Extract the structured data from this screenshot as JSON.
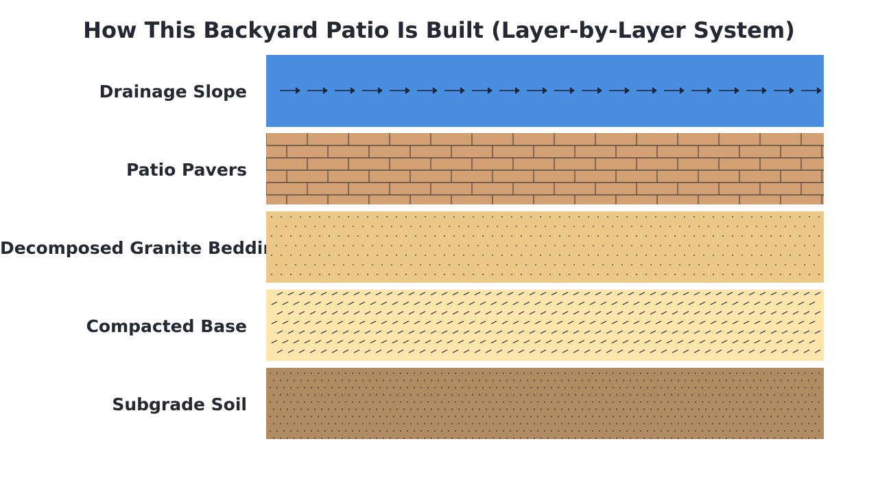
{
  "diagram": {
    "title": "How This Backyard Patio Is Built (Layer-by-Layer System)",
    "layers": [
      {
        "label": "Drainage Slope",
        "pattern": "arrows",
        "fill": "#4a8ee2",
        "ink": "#1f2430"
      },
      {
        "label": "Patio Pavers",
        "pattern": "bricks",
        "fill": "#d2a072",
        "ink": "#1f2430"
      },
      {
        "label": "Decomposed Granite Bedding",
        "pattern": "dots",
        "fill": "#ebc888",
        "ink": "#1f2430"
      },
      {
        "label": "Compacted Base",
        "pattern": "dashes",
        "fill": "#fde5ac",
        "ink": "#1f2430"
      },
      {
        "label": "Subgrade Soil",
        "pattern": "fine-dots",
        "fill": "#b08b62",
        "ink": "#1f2430"
      }
    ]
  }
}
